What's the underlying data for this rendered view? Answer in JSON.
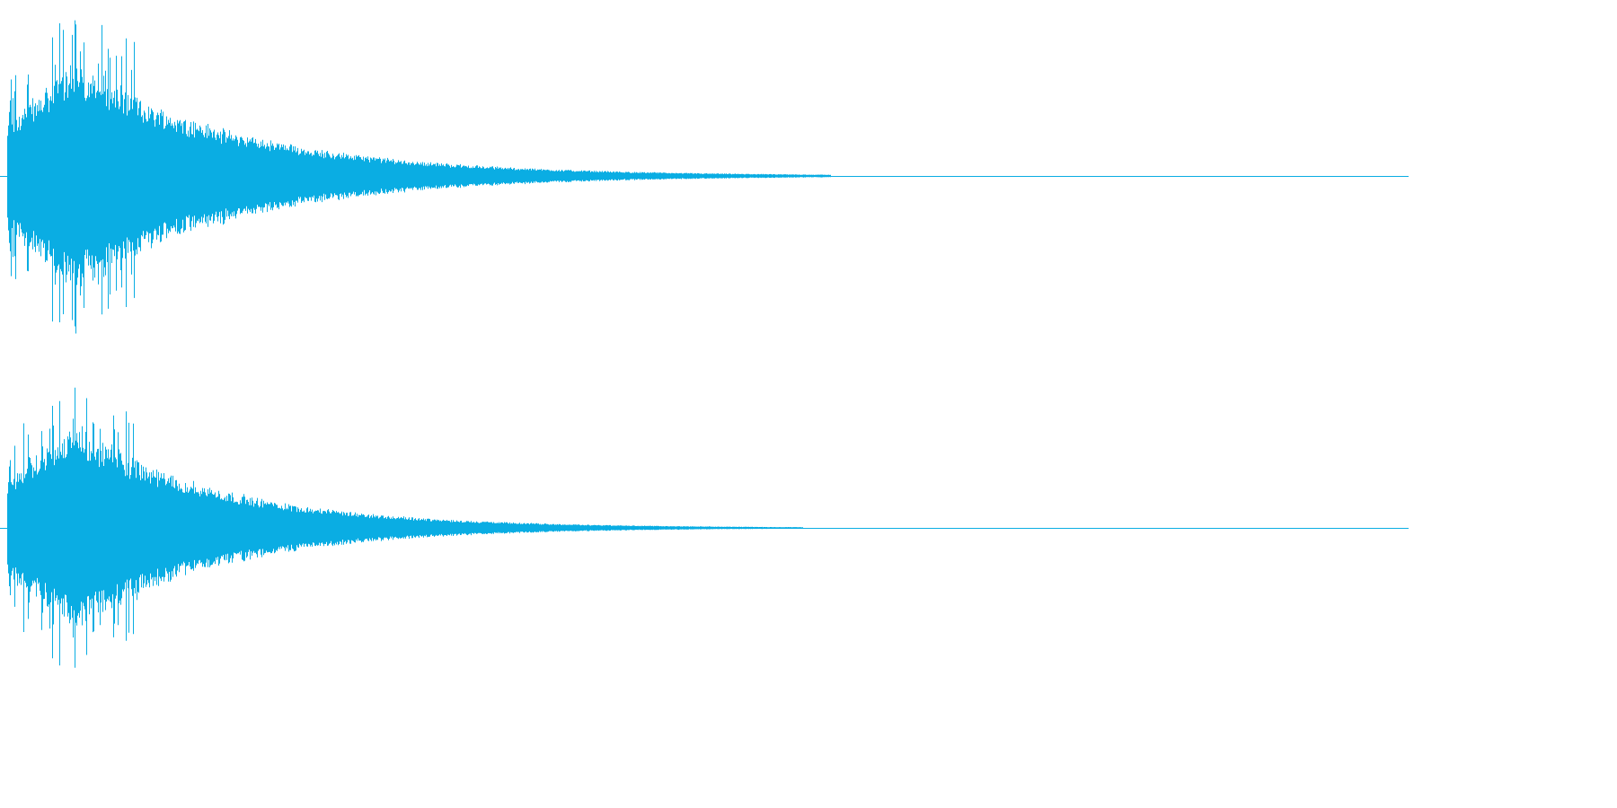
{
  "waveform": {
    "color": "#0aade3",
    "channels": [
      {
        "name": "",
        "peak_amplitude": 1.0,
        "attack_peak": 0.84,
        "decay_rate": 0.0053,
        "noise_tail_end": 0.59
      },
      {
        "name": "",
        "peak_amplitude": 1.0,
        "attack_peak": 0.78,
        "decay_rate": 0.006,
        "noise_tail_end": 0.57
      }
    ]
  }
}
